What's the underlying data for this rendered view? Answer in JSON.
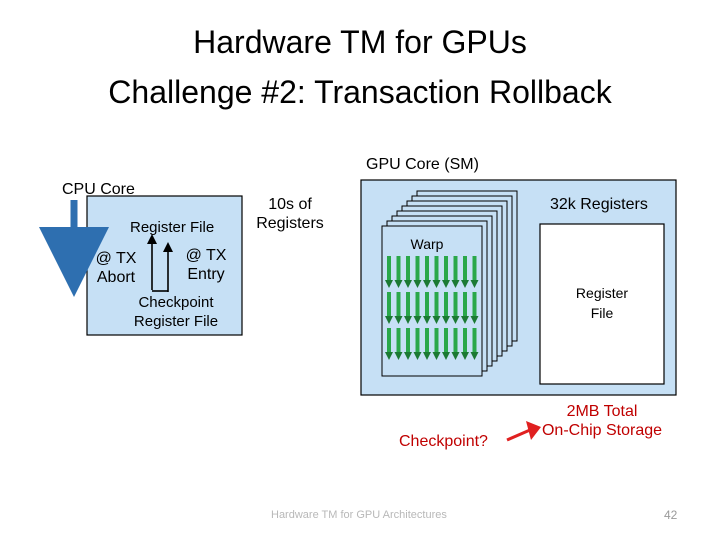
{
  "slide": {
    "title_line1": "Hardware TM for GPUs",
    "title_line2": "Challenge #2: Transaction Rollback",
    "footer": "Hardware TM for GPU Architectures",
    "page_number": "42"
  },
  "cpu": {
    "label": "CPU Core",
    "register_file": "Register File",
    "tx_abort_line1": "@ TX",
    "tx_abort_line2": "Abort",
    "tx_entry_line1": "@ TX",
    "tx_entry_line2": "Entry",
    "checkpoint_line1": "Checkpoint",
    "checkpoint_line2": "Register File",
    "registers_count_line1": "10s of",
    "registers_count_line2": "Registers"
  },
  "gpu": {
    "label": "GPU Core (SM)",
    "registers_count": "32k Registers",
    "warp": "Warp",
    "register_file_line1": "Register",
    "register_file_line2": "File",
    "checkpoint_question": "Checkpoint?",
    "storage_line1": "2MB Total",
    "storage_line2": "On-Chip Storage"
  },
  "colors": {
    "cpu_box": "#c6e0f5",
    "gpu_box": "#c6e0f5",
    "cpu_arrow": "#2e6fb0",
    "warp_arrow": "#2aa84a",
    "question_arrow": "#e02020"
  }
}
